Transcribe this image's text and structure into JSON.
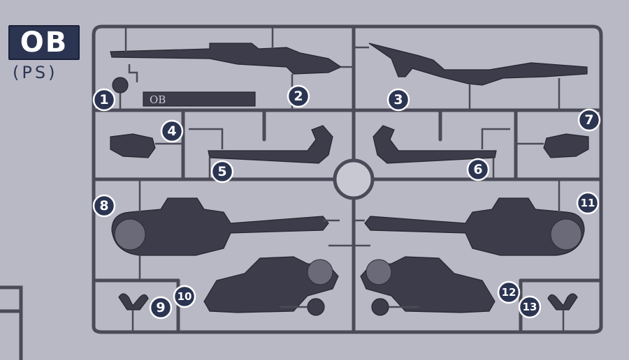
{
  "sprue": {
    "code": "OB",
    "material": "(PS)",
    "molded_tag": "OB"
  },
  "parts": [
    {
      "number": "1",
      "name": "ball-joint"
    },
    {
      "number": "2",
      "name": "long-barrel-left"
    },
    {
      "number": "3",
      "name": "barrel-mount-right"
    },
    {
      "number": "4",
      "name": "small-block-left"
    },
    {
      "number": "5",
      "name": "bracket-left"
    },
    {
      "number": "6",
      "name": "bracket-right"
    },
    {
      "number": "7",
      "name": "small-block-right"
    },
    {
      "number": "8",
      "name": "cannon-body-upper-left"
    },
    {
      "number": "9",
      "name": "connector-left"
    },
    {
      "number": "10",
      "name": "cannon-body-lower-left"
    },
    {
      "number": "11",
      "name": "cannon-body-upper-right"
    },
    {
      "number": "12",
      "name": "cannon-body-lower-right"
    },
    {
      "number": "13",
      "name": "connector-right"
    }
  ],
  "colors": {
    "background": "#b9b9c6",
    "badge": "#2b3552",
    "runner": "#4a4a58",
    "part": "#3c3c4a"
  }
}
